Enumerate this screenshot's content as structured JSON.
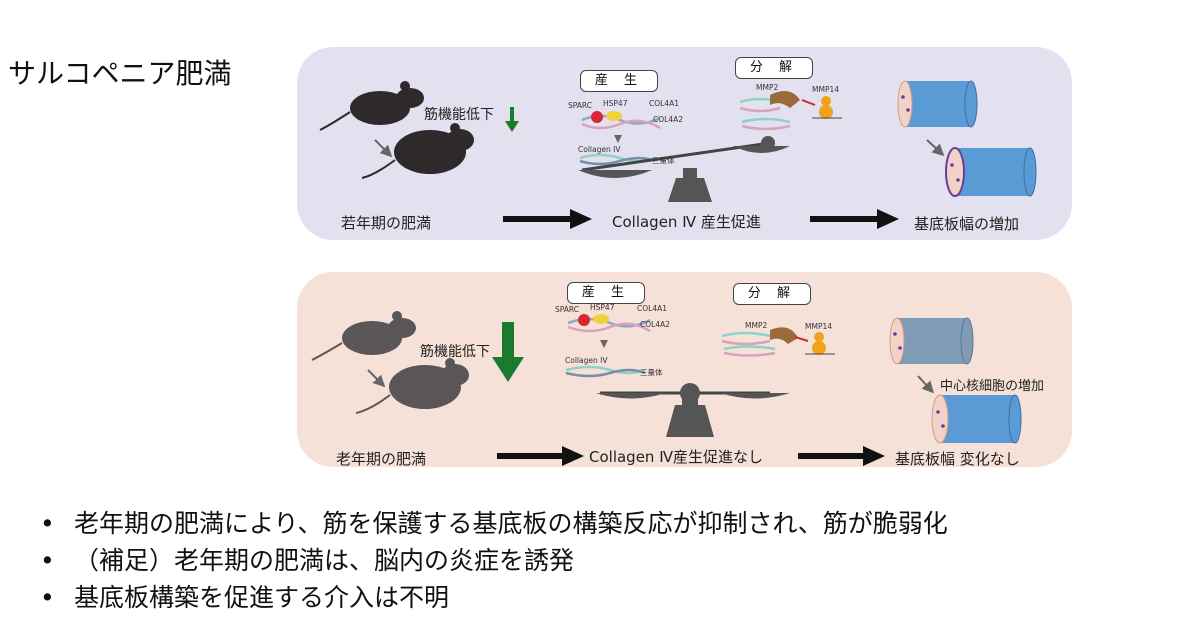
{
  "title": "サルコペニア肥満",
  "top": {
    "mouse_label": "若年期の肥満",
    "muscle_label": "筋機能低下",
    "production_box": "産 生",
    "degradation_box": "分 解",
    "molecules": {
      "sparc": "SPARC",
      "hsp47": "HSP47",
      "col4a1": "COL4A1",
      "col4a2": "COL4A2",
      "collagen": "Collagen IV",
      "trimer": "三量体",
      "mmp2": "MMP2",
      "mmp14": "MMP14"
    },
    "middle_label": "Collagen Ⅳ 産生促進",
    "right_label": "基底板幅の増加"
  },
  "bottom": {
    "mouse_label": "老年期の肥満",
    "muscle_label": "筋機能低下",
    "production_box": "産 生",
    "degradation_box": "分 解",
    "molecules": {
      "sparc": "SPARC",
      "hsp47": "HSP47",
      "col4a1": "COL4A1",
      "col4a2": "COL4A2",
      "collagen": "Collagen IV",
      "trimer": "三量体",
      "mmp2": "MMP2",
      "mmp14": "MMP14"
    },
    "middle_label": "Collagen Ⅳ産生促進なし",
    "nuclei_label": "中心核細胞の増加",
    "right_label": "基底板幅 変化なし"
  },
  "bullets": [
    "老年期の肥満により、筋を保護する基底板の構築反応が抑制され、筋が脆弱化",
    "（補足）老年期の肥満は、脳内の炎症を誘発",
    "基底板構築を促進する介入は不明"
  ],
  "colors": {
    "top_panel": "#e3e1f0",
    "bottom_panel": "#f5e1d8",
    "arrow_green": "#1b7a2e",
    "cylinder": "#5b9bd5"
  }
}
